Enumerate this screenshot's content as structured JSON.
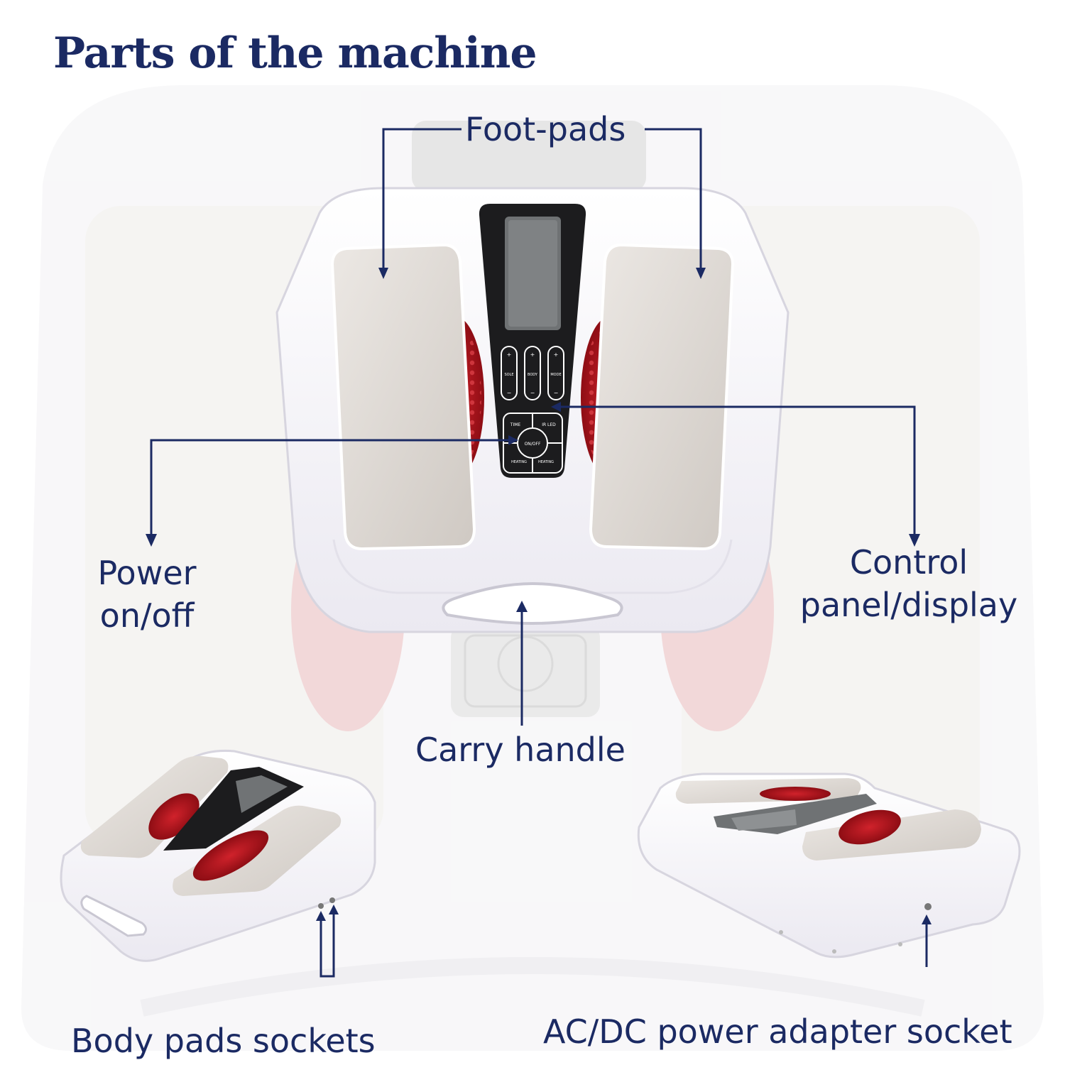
{
  "title": "Parts of the machine",
  "labels": {
    "foot_pads": "Foot-pads",
    "power": [
      "Power",
      "on/off"
    ],
    "control_panel": [
      "Control",
      "panel/display"
    ],
    "carry_handle": "Carry handle",
    "body_pads_sockets": "Body pads sockets",
    "power_adapter_socket": "AC/DC power adapter socket"
  },
  "panel_text": {
    "sole": "SOLE",
    "body": "BODY",
    "mode": "MODE",
    "time": "TIME",
    "ir_led": "IR LED",
    "on_off": "ON/OFF",
    "heating": "HEATING",
    "plus": "+",
    "minus": "−"
  },
  "colors": {
    "navy": "#1b2a63",
    "device_white": "#f7f6fa",
    "pad_silver": "#d9d4ce",
    "massager_red": "#b5121b",
    "panel_black": "#1c1c1e"
  }
}
